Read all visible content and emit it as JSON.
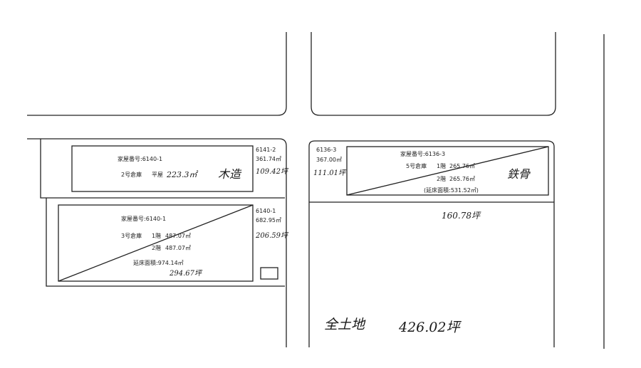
{
  "left_upper": {
    "house_no": "家屋番号:6140-1",
    "building": "2号倉庫",
    "floor": "平屋",
    "area_hw": "223.3㎡",
    "structure_hw": "木造",
    "parcel_no": "6141-2",
    "parcel_area": "361.74㎡",
    "tsubo_hw": "109.42坪"
  },
  "left_lower": {
    "house_no": "家屋番号:6140-1",
    "building": "3号倉庫",
    "floor1": "1階",
    "floor1_area": "487.07㎡",
    "floor2": "2階",
    "floor2_area": "487.07㎡",
    "total": "延床面積:974.14㎡",
    "total_tsubo_hw": "294.67坪",
    "parcel_no": "6140-1",
    "parcel_area": "682.95㎡",
    "tsubo_hw": "206.59坪"
  },
  "right": {
    "house_no": "家屋番号:6136-3",
    "building": "5号倉庫",
    "floor1": "1階",
    "floor1_area": "265.76㎡",
    "floor2": "2階",
    "floor2_area": "265.76㎡",
    "total": "(延床面積:531.52㎡)",
    "structure_hw": "鉄骨",
    "parcel_no": "6136-3",
    "parcel_area": "367.00㎡",
    "tsubo_hw": "111.01坪",
    "below_tsubo_hw": "160.78坪"
  },
  "summary": {
    "label_hw": "全土地",
    "value_hw": "426.02坪"
  }
}
